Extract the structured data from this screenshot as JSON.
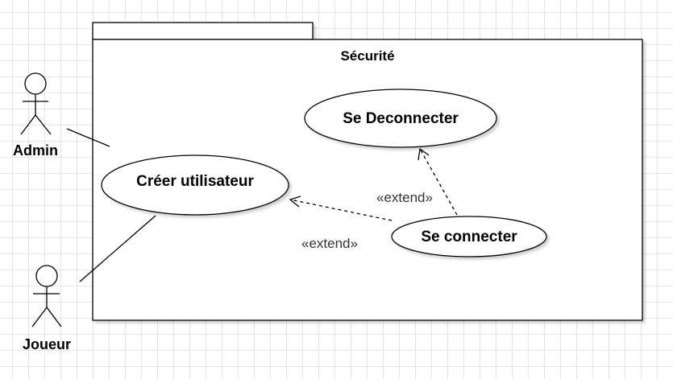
{
  "package": {
    "title": "Sécurité"
  },
  "actors": {
    "admin": "Admin",
    "joueur": "Joueur"
  },
  "use_cases": {
    "creer_utilisateur": "Créer utilisateur",
    "se_deconnecter": "Se Deconnecter",
    "se_connecter": "Se connecter"
  },
  "relations": {
    "extend_to_deconnecter": "«extend»",
    "extend_to_creer": "«extend»"
  },
  "colors": {
    "stroke": "#000000",
    "grid": "#e6e6e6",
    "shadow": "#d9d9d9"
  }
}
